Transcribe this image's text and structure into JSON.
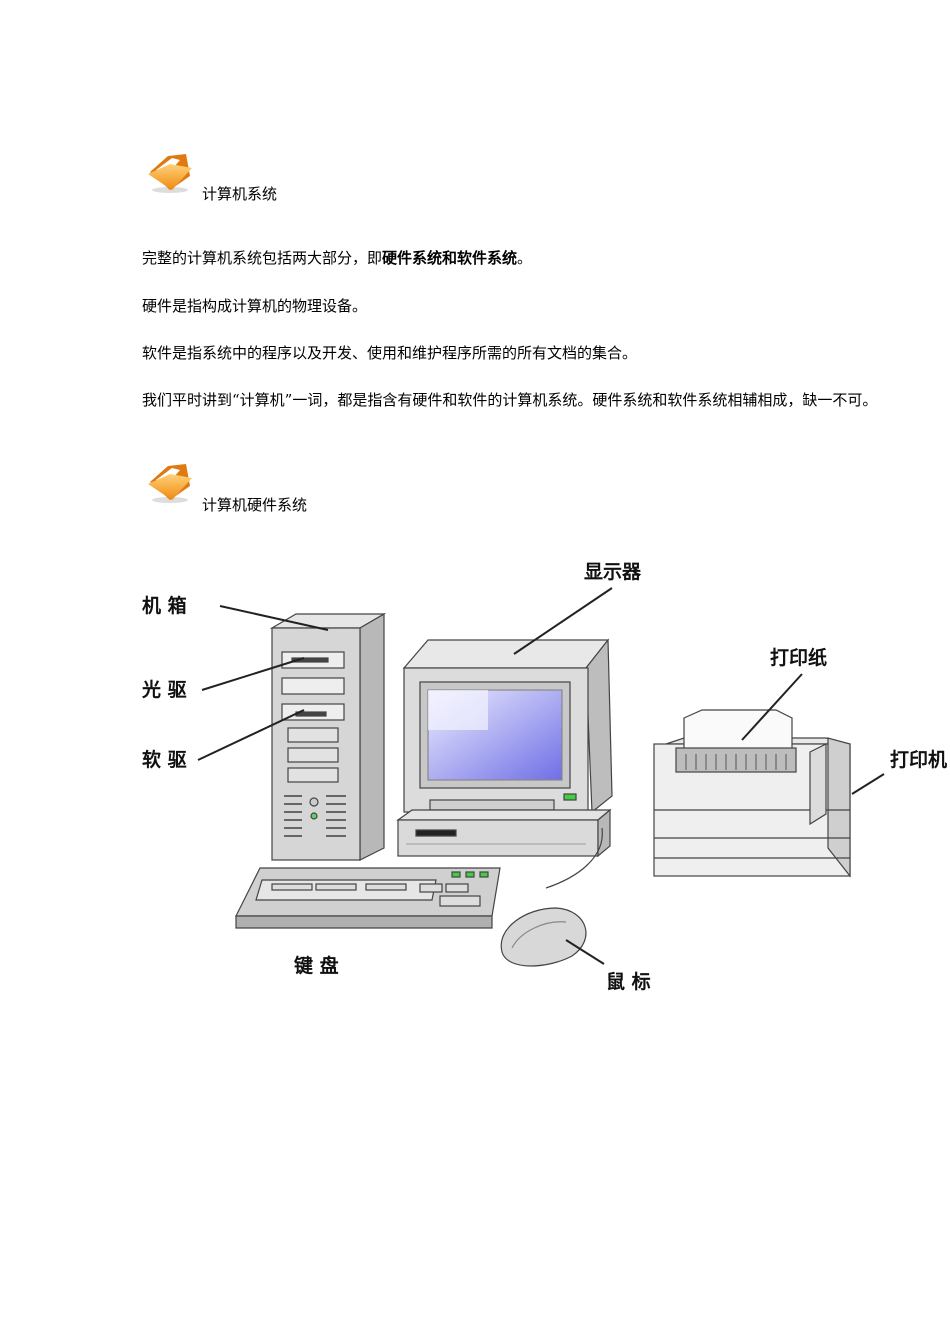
{
  "sections": [
    {
      "title": "计算机系统",
      "icon": "folder-icon"
    },
    {
      "title": "计算机硬件系统",
      "icon": "folder-icon"
    }
  ],
  "paragraphs": {
    "p1_pre": "完整的计算机系统包括两大部分，即",
    "p1_bold": "硬件系统和软件系统",
    "p1_post": "。",
    "p2": "硬件是指构成计算机的物理设备。",
    "p3": "软件是指系统中的程序以及开发、使用和维护程序所需的所有文档的集合。",
    "p4": "我们平时讲到“计算机”一词，都是指含有硬件和软件的计算机系统。硬件系统和软件系统相辅相成，缺一不可。"
  },
  "diagram": {
    "labels": {
      "case": "机 箱",
      "cdrom": "光 驱",
      "floppy": "软 驱",
      "monitor": "显示器",
      "paper": "打印纸",
      "printer": "打印机",
      "keyboard": "键 盘",
      "mouse": "鼠 标"
    }
  }
}
